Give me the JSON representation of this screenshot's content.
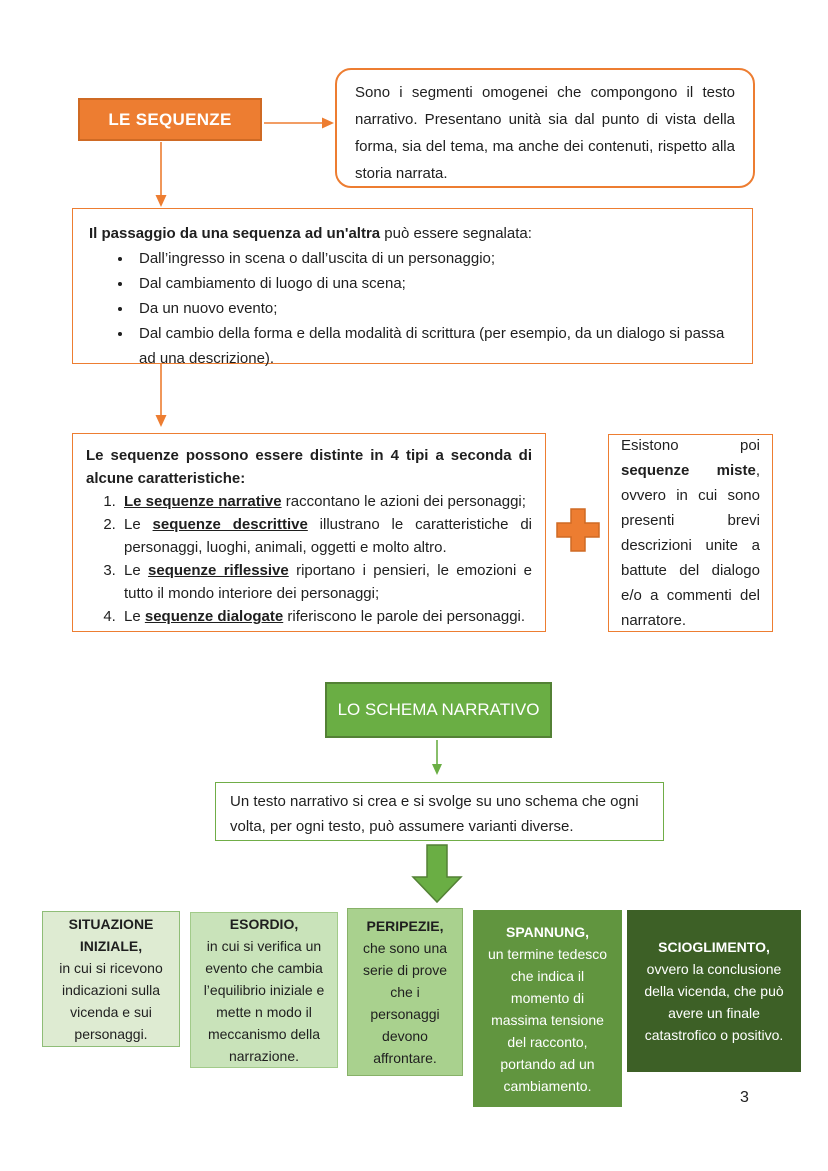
{
  "page": {
    "number": "3"
  },
  "colors": {
    "orange_fill": "#ED7D31",
    "orange_border": "#CF6A24",
    "green_fill": "#6AAE44",
    "green_border": "#538135",
    "phase_borders": [
      "#8FBD77",
      "#A2CB8A",
      "#87B168",
      "#61953F",
      "#3D6026"
    ]
  },
  "sequenze": {
    "title": "LE SEQUENZE",
    "definition": "Sono i segmenti omogenei che compongono il testo narrativo. Presentano unità sia dal punto di vista della forma, sia del tema, ma anche dei contenuti, rispetto alla storia narrata.",
    "passaggio": {
      "lead_bold": "Il passaggio da una sequenza ad un'altra",
      "lead_rest": " può essere segnalata:",
      "bullets": [
        "Dall’ingresso in scena o dall’uscita di un personaggio;",
        "Dal cambiamento di luogo di una scena;",
        "Da un nuovo evento;",
        "Dal cambio della forma e della modalità di scrittura (per esempio, da un dialogo si passa ad una descrizione)."
      ]
    },
    "tipi": {
      "lead_bold": "Le sequenze possono essere distinte in 4 tipi a seconda di alcune caratteristiche:",
      "items": [
        {
          "pre": "",
          "term": "Le sequenze narrative",
          "rest": " raccontano le azioni dei personaggi;"
        },
        {
          "pre": "Le ",
          "term": "sequenze descrittive",
          "rest": " illustrano le caratteristiche di personaggi, luoghi, animali, oggetti e molto altro."
        },
        {
          "pre": "Le ",
          "term": "sequenze riflessive",
          "rest": " riportano i pensieri, le emozioni e tutto il mondo interiore dei personaggi;"
        },
        {
          "pre": "Le ",
          "term": "sequenze dialogate",
          "rest": " riferiscono le parole dei personaggi."
        }
      ]
    },
    "miste": {
      "pre": "Esistono poi ",
      "bold": "sequenze miste",
      "rest": ", ovvero in cui sono presenti brevi descrizioni unite a battute del dialogo e/o a commenti del narratore."
    }
  },
  "schema": {
    "title": "LO SCHEMA NARRATIVO",
    "description": "Un testo narrativo si crea e si svolge su uno schema che ogni volta, per ogni testo, può assumere varianti diverse.",
    "fasi": [
      {
        "title": "SITUAZIONE INIZIALE,",
        "body": "in cui si ricevono indicazioni sulla vicenda e sui personaggi.",
        "fill": "#DEEBD2",
        "border": "#8FBD77",
        "text": "#1f1f1f"
      },
      {
        "title": "ESORDIO,",
        "body": "in cui si verifica un evento che cambia l’equilibrio iniziale e mette n modo il meccanismo della narrazione.",
        "fill": "#C9E3BA",
        "border": "#A2CB8A",
        "text": "#1f1f1f"
      },
      {
        "title": "PERIPEZIE,",
        "body": "che sono una serie di prove che i personaggi devono affrontare.",
        "fill": "#A9D18E",
        "border": "#87B168",
        "text": "#1f1f1f"
      },
      {
        "title": "SPANNUNG,",
        "body": "un termine tedesco che indica il momento di massima tensione del racconto, portando ad un cambiamento.",
        "fill": "#61953F",
        "border": "#61953F",
        "text": "#ffffff"
      },
      {
        "title": "SCIOGLIMENTO,",
        "body": "ovvero la conclusione della vicenda, che può avere un finale catastrofico o positivo.",
        "fill": "#3D6026",
        "border": "#3D6026",
        "text": "#ffffff"
      }
    ]
  }
}
